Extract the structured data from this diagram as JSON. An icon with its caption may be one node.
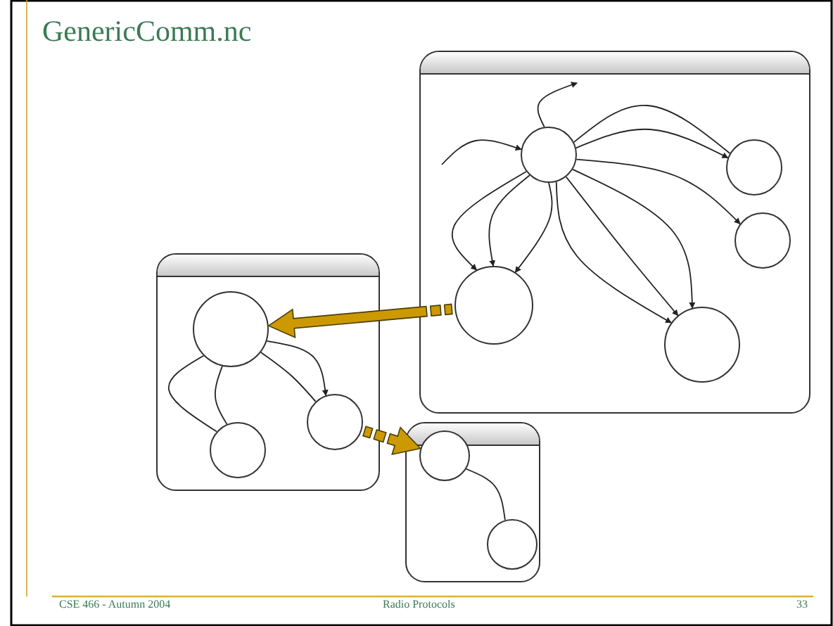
{
  "diagram": {
    "title": "GenericComm.nc",
    "nodes": [
      {
        "text": [],
        "shape": "box"
      },
      {
        "text": [],
        "shape": "circle",
        "in": 0
      },
      {
        "text": [],
        "shape": "circle",
        "in": 0
      },
      {
        "text": [],
        "shape": "circle",
        "in": 0
      },
      {
        "text": [],
        "shape": "circle",
        "in": 0
      },
      {
        "text": [],
        "shape": "circle",
        "in": 0
      },
      {
        "text": [],
        "shape": "box"
      },
      {
        "text": [],
        "shape": "circle",
        "in": 6
      },
      {
        "text": [],
        "shape": "circle",
        "in": 6
      },
      {
        "text": [],
        "shape": "circle",
        "in": 6
      },
      {
        "text": [],
        "shape": "box"
      },
      {
        "text": [],
        "shape": "circle",
        "in": 10
      },
      {
        "text": [],
        "shape": "circle",
        "in": 10
      }
    ],
    "edges": [
      {
        "from": null,
        "to": 1,
        "arrow": "to"
      },
      {
        "from": 1,
        "to": null,
        "arrow": "to"
      },
      {
        "from": 1,
        "to": 2,
        "arrow": "none"
      },
      {
        "from": 1,
        "to": 2,
        "arrow": "to"
      },
      {
        "from": 1,
        "to": 3,
        "arrow": "to"
      },
      {
        "from": 1,
        "to": 4,
        "arrow": "to"
      },
      {
        "from": 1,
        "to": 4,
        "arrow": "to"
      },
      {
        "from": 1,
        "to": 4,
        "arrow": "to"
      },
      {
        "from": 1,
        "to": 5,
        "arrow": "to"
      },
      {
        "from": 1,
        "to": 5,
        "arrow": "to"
      },
      {
        "from": 1,
        "to": 5,
        "arrow": "to"
      },
      {
        "from": 7,
        "to": 9,
        "arrow": "none"
      },
      {
        "from": 7,
        "to": 9,
        "arrow": "none"
      },
      {
        "from": 7,
        "to": 8,
        "arrow": "none"
      },
      {
        "from": 7,
        "to": 8,
        "arrow": "to"
      },
      {
        "from": 4,
        "to": 7,
        "arrow": "to",
        "style": "thick",
        "color": "#cc9900"
      },
      {
        "from": 8,
        "to": 11,
        "arrow": "to",
        "style": "thick",
        "color": "#cc9900"
      },
      {
        "from": 11,
        "to": 12,
        "arrow": "none"
      }
    ],
    "labels": [
      "CSE 466 - Autumn 2004",
      "Radio Protocols",
      "33"
    ]
  }
}
